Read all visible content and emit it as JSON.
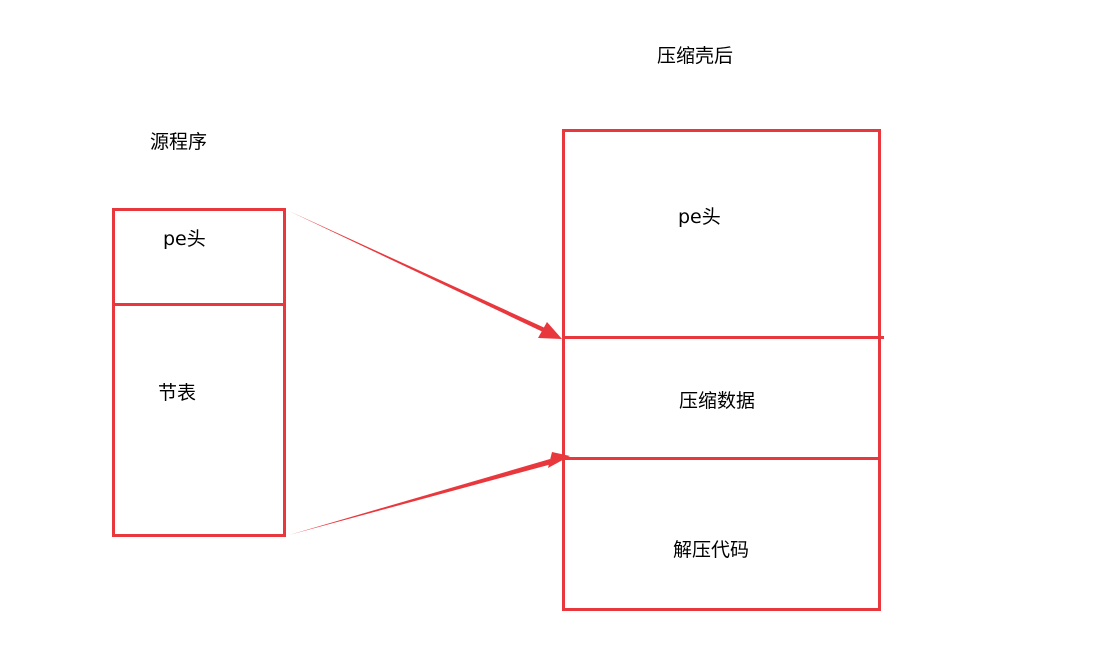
{
  "source": {
    "title": "源程序",
    "sections": [
      "pe头",
      "节表"
    ]
  },
  "packed": {
    "title": "压缩壳后",
    "sections": [
      "pe头",
      "压缩数据",
      "解压代码"
    ]
  },
  "colors": {
    "stroke": "#e8383d",
    "text": "#000000",
    "background": "#ffffff"
  }
}
